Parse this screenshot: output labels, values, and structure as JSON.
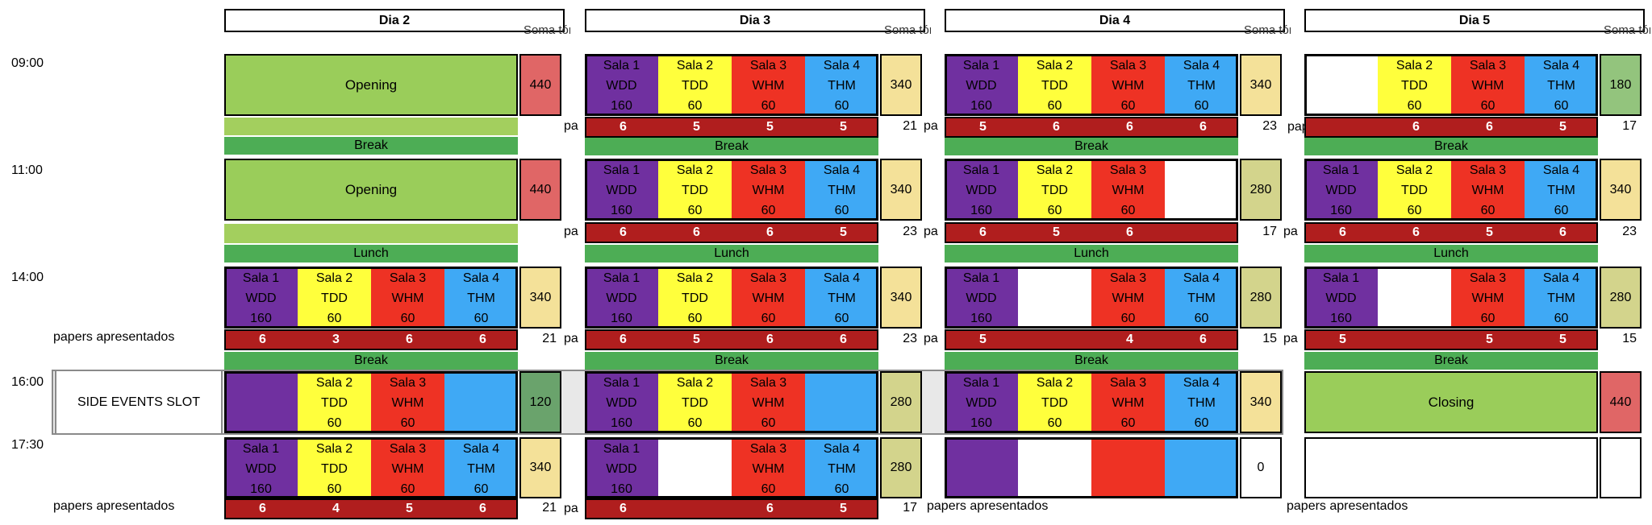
{
  "days": [
    "Dia 2",
    "Dia 3",
    "Dia 4",
    "Dia 5"
  ],
  "soma_label": "Soma tória",
  "times": [
    "09:00",
    "11:00",
    "14:00",
    "16:00",
    "17:30"
  ],
  "rooms": {
    "sala1": {
      "name": "Sala 1",
      "code": "WDD",
      "cap": "160"
    },
    "sala2": {
      "name": "Sala 2",
      "code": "TDD",
      "cap": "60"
    },
    "sala3": {
      "name": "Sala 3",
      "code": "WHM",
      "cap": "60"
    },
    "sala4": {
      "name": "Sala 4",
      "code": "THM",
      "cap": "60"
    }
  },
  "labels": {
    "opening": "Opening",
    "closing": "Closing",
    "break": "Break",
    "lunch": "Lunch",
    "side_events": "SIDE EVENTS SLOT",
    "papers": "papers apresentados",
    "papers_short": "pa",
    "papers_cut": "papers apresen"
  },
  "colors": {
    "sala1": "#7030a0",
    "sala2": "#ffff3c",
    "sala3": "#ee3224",
    "sala4": "#3fa9f5",
    "break_band": "#4dad55",
    "opening": "#9acd5a",
    "papers_bar": "#b01e1e"
  },
  "sums": {
    "d2": [
      "440",
      "440",
      "340",
      "120",
      "340"
    ],
    "d3": [
      "340",
      "340",
      "340",
      "280",
      "280"
    ],
    "d4": [
      "340",
      "280",
      "280",
      "340",
      "0"
    ],
    "d5": [
      "180",
      "340",
      "280",
      "440"
    ]
  },
  "papers": {
    "d2_s3": [
      "6",
      "3",
      "6",
      "6"
    ],
    "d2_s3_total": "21",
    "d2_s5": [
      "6",
      "4",
      "5",
      "6"
    ],
    "d2_s5_total": "21",
    "d3_s1": [
      "6",
      "5",
      "5",
      "5"
    ],
    "d3_s1_total": "21",
    "d3_s2": [
      "6",
      "6",
      "6",
      "5"
    ],
    "d3_s2_total": "23",
    "d3_s3": [
      "6",
      "5",
      "6",
      "6"
    ],
    "d3_s3_total": "23",
    "d3_s5": [
      "6",
      "6",
      "5"
    ],
    "d3_s5_total": "17",
    "d4_s1": [
      "5",
      "6",
      "6",
      "6"
    ],
    "d4_s1_total": "23",
    "d4_s2": [
      "6",
      "5",
      "6"
    ],
    "d4_s2_total": "17",
    "d4_s3": [
      "5",
      "4",
      "6"
    ],
    "d4_s3_total": "15",
    "d5_s1": [
      "6",
      "6",
      "5"
    ],
    "d5_s1_total": "17",
    "d5_s2": [
      "6",
      "6",
      "5",
      "6"
    ],
    "d5_s2_total": "23",
    "d5_s3": [
      "5",
      "5",
      "5"
    ],
    "d5_s3_total": "15"
  }
}
